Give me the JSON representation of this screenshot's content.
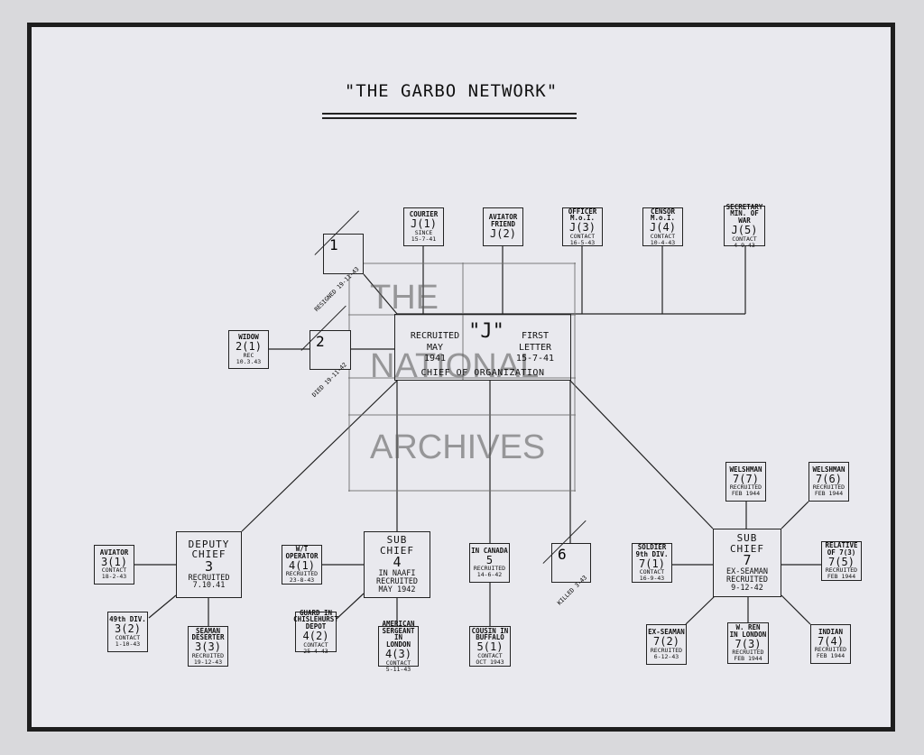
{
  "title": "\"THE GARBO NETWORK\"",
  "watermark": {
    "line1": "THE",
    "line2": "NATIONAL",
    "line3": "ARCHIVES"
  },
  "center": {
    "recruited": "RECRUITED\nMAY\n1941",
    "code": "\"J\"",
    "first_letter": "FIRST\nLETTER\n15-7-41",
    "role": "CHIEF OF ORGANIZATION"
  },
  "diagonal_boxes": {
    "box1": {
      "num": "1",
      "note": "RESIGNED 19-11-43"
    },
    "box2": {
      "num": "2",
      "note": "DIED 19-11-42"
    },
    "box6": {
      "num": "6",
      "note": "KILLED 3-43"
    }
  },
  "nodes": {
    "widow": {
      "title": "WIDOW",
      "code": "2(1)",
      "note": "REC 10.3.43"
    },
    "courier": {
      "title": "COURIER",
      "code": "J(1)",
      "note": "SINCE\n15-7-41"
    },
    "aviator_friend": {
      "title": "AVIATOR\nFRIEND",
      "code": "J(2)",
      "note": ""
    },
    "officer": {
      "title": "OFFICER M.o.I.",
      "code": "J(3)",
      "note": "CONTACT\n16-5-43"
    },
    "censor": {
      "title": "CENSOR M.o.I.",
      "code": "J(4)",
      "note": "CONTACT\n10-4-43"
    },
    "secretary": {
      "title": "SECRETARY\nMIN. OF WAR",
      "code": "J(5)",
      "note": "CONTACT\n4-9-43"
    },
    "deputy": {
      "title": "DEPUTY\nCHIEF",
      "code": "3",
      "note": "RECRUITED\n7.10.41"
    },
    "aviator3": {
      "title": "AVIATOR",
      "code": "3(1)",
      "note": "CONTACT\n18-2-43"
    },
    "div49": {
      "title": "49th DIV.",
      "code": "3(2)",
      "note": "CONTACT\n1-10-43"
    },
    "seaman": {
      "title": "SEAMAN\nDESERTER",
      "code": "3(3)",
      "note": "RECRUITED\n19-12-43"
    },
    "sub4": {
      "title": "SUB\nCHIEF",
      "code": "4",
      "note": "IN NAAFI\nRECRUITED\nMAY 1942"
    },
    "wt": {
      "title": "W/T\nOPERATOR",
      "code": "4(1)",
      "note": "RECRUITED\n23-8-43"
    },
    "guard": {
      "title": "GUARD IN\nCHISLEHURST\nDEPOT",
      "code": "4(2)",
      "note": "CONTACT\n25-4-43"
    },
    "american": {
      "title": "AMERICAN\nSERGEANT IN\nLONDON",
      "code": "4(3)",
      "note": "CONTACT\n5-11-43"
    },
    "canada": {
      "title": "IN CANADA",
      "code": "5",
      "note": "RECRUITED\n14-6-42"
    },
    "buffalo": {
      "title": "COUSIN IN\nBUFFALO",
      "code": "5(1)",
      "note": "CONTACT\nOCT 1943"
    },
    "sub7": {
      "title": "SUB\nCHIEF",
      "code": "7",
      "note": "EX-SEAMAN\nRECRUITED\n9-12-42"
    },
    "soldier": {
      "title": "SOLDIER\n9th DIV.",
      "code": "7(1)",
      "note": "CONTACT\n16-9-43"
    },
    "exseaman": {
      "title": "EX-SEAMAN",
      "code": "7(2)",
      "note": "RECRUITED\n6-12-43"
    },
    "wren": {
      "title": "W. REN\nIN LONDON",
      "code": "7(3)",
      "note": "RECRUITED\nFEB 1944"
    },
    "indian": {
      "title": "INDIAN",
      "code": "7(4)",
      "note": "RECRUITED\nFEB 1944"
    },
    "relative": {
      "title": "RELATIVE\nOF 7(3)",
      "code": "7(5)",
      "note": "RECRUITED\nFEB 1944"
    },
    "welsh6": {
      "title": "WELSHMAN",
      "code": "7(6)",
      "note": "RECRUITED\nFEB 1944"
    },
    "welsh7": {
      "title": "WELSHMAN",
      "code": "7(7)",
      "note": "RECRUITED\nFEB 1944"
    }
  }
}
